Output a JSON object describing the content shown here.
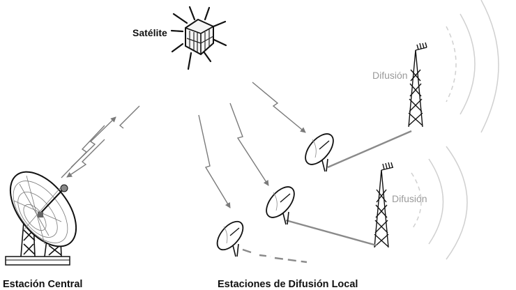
{
  "labels": {
    "satellite": "Satélite",
    "central_station": "Estación Central",
    "local_stations": "Estaciones de Difusión Local",
    "broadcast_1": "Difusión",
    "broadcast_2": "Difusión"
  },
  "colors": {
    "line": "#111111",
    "signal": "#7a7a7a",
    "cable": "#8a8a8a",
    "broadcast_text": "#9a9a9a",
    "wave": "#d0d0d0",
    "dish_hilite": "#e8e8e8"
  }
}
